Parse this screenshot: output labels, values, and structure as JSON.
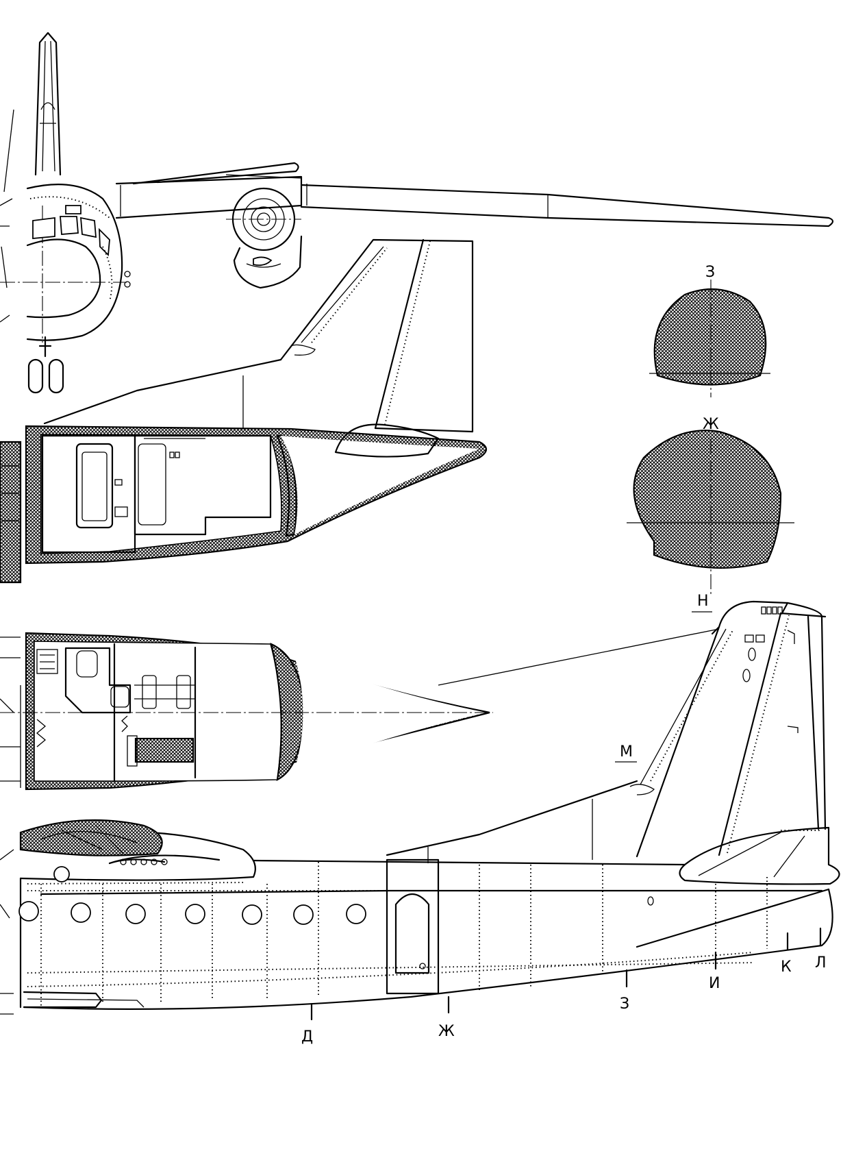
{
  "section_views": [
    {
      "id": "z",
      "label": "З"
    },
    {
      "id": "zh",
      "label": "Ж"
    }
  ],
  "callouts": {
    "n": "Н",
    "m": "М",
    "d": "Д",
    "zh": "Ж",
    "z": "З",
    "i": "И",
    "k": "К",
    "l": "Л"
  },
  "colors": {
    "ink": "#000000",
    "paper": "#ffffff"
  }
}
